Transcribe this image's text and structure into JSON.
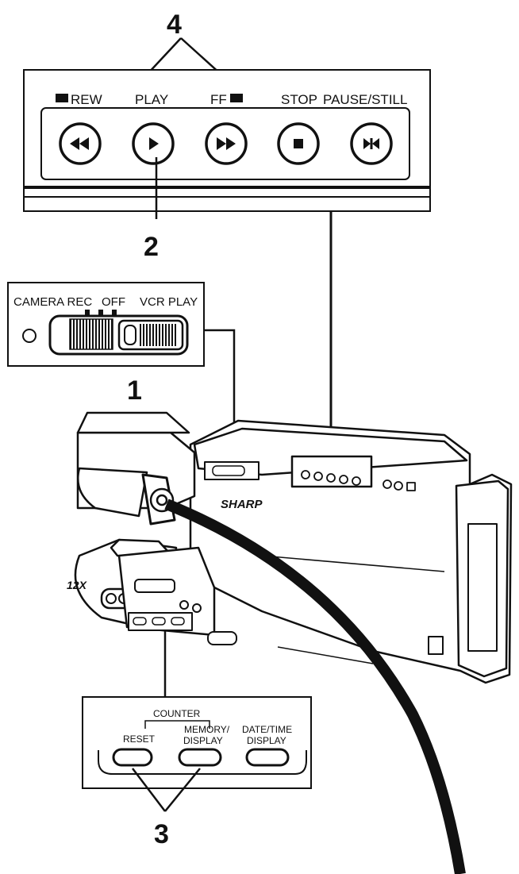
{
  "callouts": {
    "one": "1",
    "two": "2",
    "three": "3",
    "four": "4"
  },
  "transport_panel": {
    "rew_label": "REW",
    "play_label": "PLAY",
    "ff_label": "FF",
    "stop_label": "STOP",
    "pause_still_label": "PAUSE/STILL",
    "buttons": [
      "rewind",
      "play",
      "fast-forward",
      "stop",
      "pause-still"
    ]
  },
  "mode_switch": {
    "camera_rec_label": "CAMERA REC",
    "off_label": "OFF",
    "vcr_play_label": "VCR PLAY"
  },
  "counter_panel": {
    "group_label": "COUNTER",
    "reset_label": "RESET",
    "memory_label": "MEMORY/",
    "display_label": "DISPLAY",
    "date_time_label": "DATE/TIME",
    "date_time_display_label": "DISPLAY"
  },
  "camcorder": {
    "brand": "SHARP",
    "zoom_label": "12X"
  }
}
